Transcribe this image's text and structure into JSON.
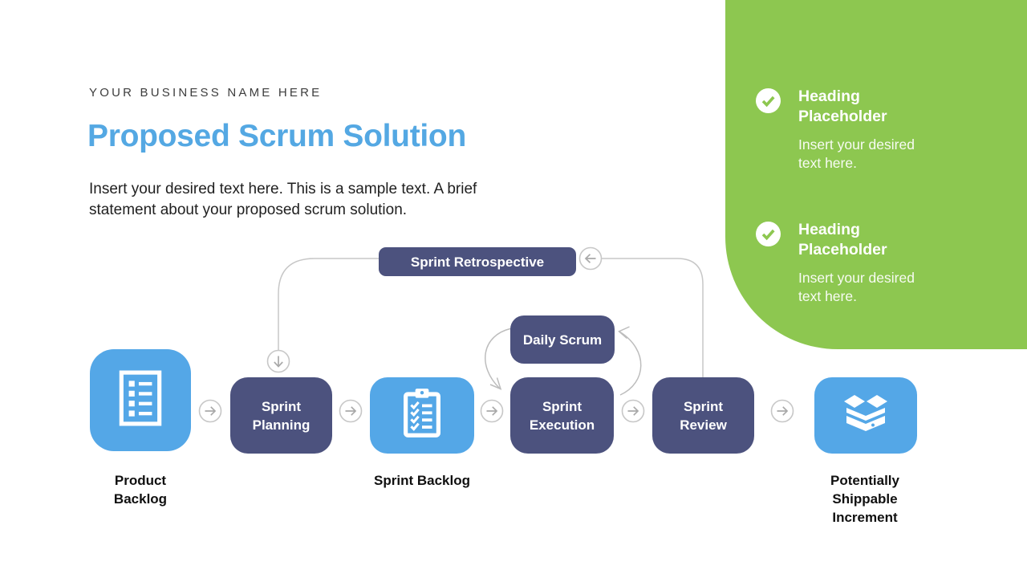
{
  "slide": {
    "eyebrow": "YOUR BUSINESS NAME HERE",
    "title": "Proposed Scrum Solution",
    "description": "Insert your desired text here. This is a sample text. A brief statement about your proposed scrum solution."
  },
  "side_panel": {
    "background_color": "#8DC750",
    "items": [
      {
        "icon": "check-circle-icon",
        "heading": "Heading Placeholder",
        "body": "Insert your desired text here."
      },
      {
        "icon": "check-circle-icon",
        "heading": "Heading Placeholder",
        "body": "Insert your desired text here."
      }
    ]
  },
  "diagram": {
    "colors": {
      "process_blue": "#54A7E7",
      "process_indigo": "#4C527E",
      "connector_gray": "#C2C2C2",
      "title_blue": "#54A8E3"
    },
    "nodes": {
      "product_backlog": {
        "label": "Product Backlog",
        "icon": "document-list-icon"
      },
      "sprint_planning": {
        "label": "Sprint Planning"
      },
      "sprint_backlog": {
        "label": "Sprint Backlog",
        "icon": "clipboard-checklist-icon"
      },
      "daily_scrum": {
        "label": "Daily Scrum"
      },
      "sprint_execution": {
        "label": "Sprint Execution"
      },
      "sprint_review": {
        "label": "Sprint Review"
      },
      "sprint_retrospective": {
        "label": "Sprint Retrospective"
      },
      "shippable_increment": {
        "label": "Potentially Shippable Increment",
        "icon": "open-box-icon"
      }
    }
  }
}
